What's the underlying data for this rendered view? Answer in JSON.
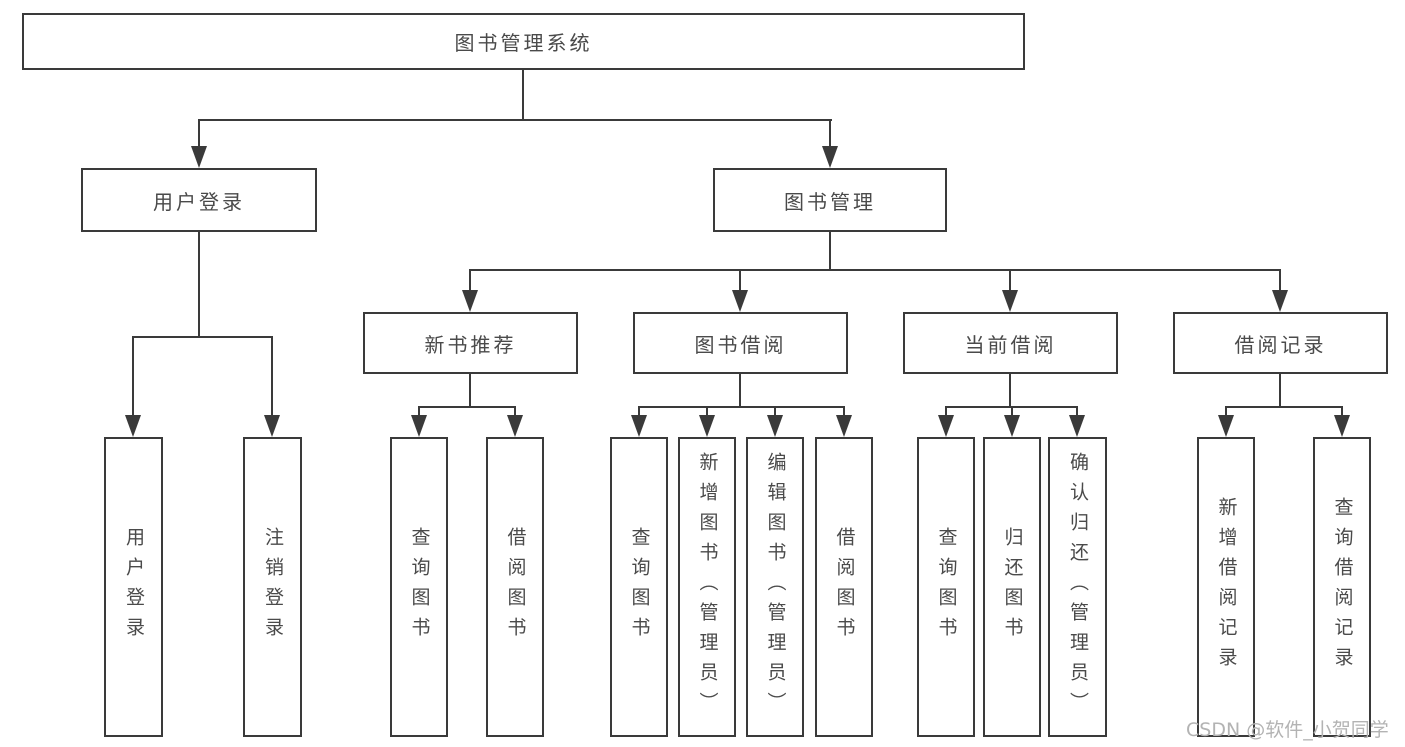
{
  "diagram": {
    "root": "图书管理系统",
    "level2": {
      "user_login": "用户登录",
      "book_mgmt": "图书管理"
    },
    "level3": {
      "new_books": "新书推荐",
      "book_borrow": "图书借阅",
      "current_borrow": "当前借阅",
      "borrow_records": "借阅记录"
    },
    "leaves": {
      "login": "用户登录",
      "logout": "注销登录",
      "nb_query": "查询图书",
      "nb_borrow": "借阅图书",
      "bb_query": "查询图书",
      "bb_add": "新增图书（管理员）",
      "bb_edit": "编辑图书（管理员）",
      "bb_borrow": "借阅图书",
      "cb_query": "查询图书",
      "cb_return": "归还图书",
      "cb_confirm": "确认归还（管理员）",
      "br_add": "新增借阅记录",
      "br_query": "查询借阅记录"
    }
  },
  "watermark": "CSDN @软件_小贺同学",
  "colors": {
    "line": "#3a3a3a",
    "text": "#4a4a4a",
    "background": "#ffffff",
    "watermark": "#b3b3b3"
  }
}
